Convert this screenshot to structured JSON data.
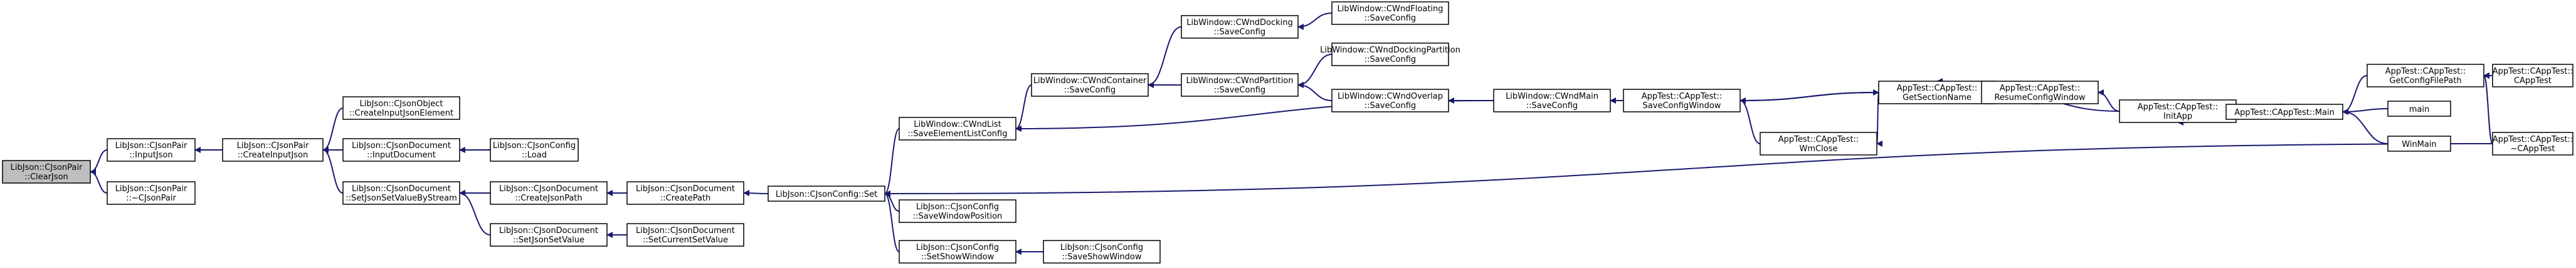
{
  "colors": {
    "edge": "#191970",
    "node_fill": "#ffffff",
    "root_fill": "#bfbfbf",
    "border": "#000000"
  },
  "nodes": {
    "n01": [
      "LibJson::CJsonPair",
      "::ClearJson"
    ],
    "n02": [
      "LibJson::CJsonPair",
      "::InputJson"
    ],
    "n03": [
      "LibJson::CJsonPair",
      "::~CJsonPair"
    ],
    "n04": [
      "LibJson::CJsonPair",
      "::CreateInputJson"
    ],
    "n05": [
      "LibJson::CJsonObject",
      "::CreateInputJsonElement"
    ],
    "n06": [
      "LibJson::CJsonDocument",
      "::InputDocument"
    ],
    "n07": [
      "LibJson::CJsonDocument",
      "::SetJsonSetValueByStream"
    ],
    "n08": [
      "LibJson::CJsonConfig",
      "::Load"
    ],
    "n09": [
      "LibJson::CJsonDocument",
      "::CreateJsonPath"
    ],
    "n10": [
      "LibJson::CJsonDocument",
      "::SetJsonSetValue"
    ],
    "n11": [
      "LibJson::CJsonDocument",
      "::CreatePath"
    ],
    "n12": [
      "LibJson::CJsonDocument",
      "::SetCurrentSetValue"
    ],
    "n13": [
      "LibJson::CJsonConfig::Set"
    ],
    "n14": [
      "LibWindow::CWndList",
      "::SaveElementListConfig"
    ],
    "n15": [
      "LibJson::CJsonConfig",
      "::SaveWindowPosition"
    ],
    "n16": [
      "LibJson::CJsonConfig",
      "::SetShowWindow"
    ],
    "n17": [
      "LibJson::CJsonConfig",
      "::SaveShowWindow"
    ],
    "n18": [
      "LibWindow::CWndContainer",
      "::SaveConfig"
    ],
    "n19": [
      "LibWindow::CWndDocking",
      "::SaveConfig"
    ],
    "n20": [
      "LibWindow::CWndPartition",
      "::SaveConfig"
    ],
    "n21": [
      "LibWindow::CWndFloating",
      "::SaveConfig"
    ],
    "n22": [
      "LibWindow::CWndDockingPartition",
      "::SaveConfig"
    ],
    "n23": [
      "LibWindow::CWndOverlap",
      "::SaveConfig"
    ],
    "n24": [
      "LibWindow::CWndMain",
      "::SaveConfig"
    ],
    "n25": [
      "AppTest::CAppTest::",
      "SaveConfigWindow"
    ],
    "n26": [
      "AppTest::CAppTest::",
      "WmClose"
    ],
    "n27": [
      "AppTest::CAppTest::",
      "GetSectionName"
    ],
    "n28": [
      "AppTest::CAppTest::",
      "ResumeConfigWindow"
    ],
    "n29": [
      "AppTest::CAppTest::",
      "InitApp"
    ],
    "n30": [
      "AppTest::CAppTest::Main"
    ],
    "n31": [
      "AppTest::CAppTest::",
      "GetConfigFilePath"
    ],
    "n32": [
      "main"
    ],
    "n33": [
      "WinMain"
    ],
    "n34": [
      "AppTest::CAppTest::",
      "CAppTest"
    ],
    "n35": [
      "AppTest::CAppTest::",
      "~CAppTest"
    ]
  }
}
